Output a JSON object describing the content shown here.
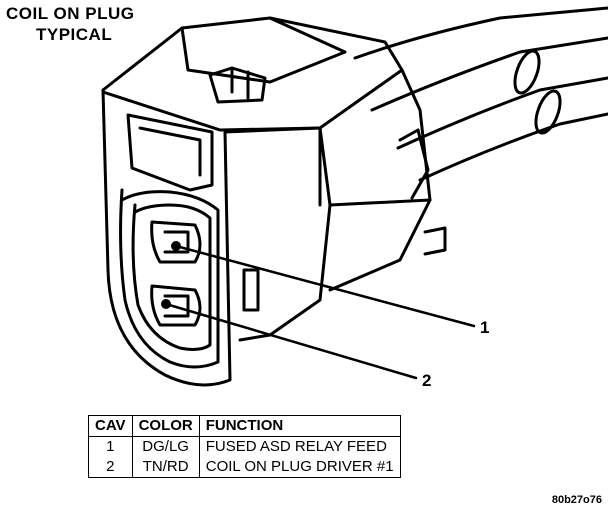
{
  "title": {
    "line1": "COIL ON PLUG",
    "line2": "TYPICAL"
  },
  "callouts": [
    {
      "label": "1"
    },
    {
      "label": "2"
    }
  ],
  "table": {
    "headers": [
      "CAV",
      "COLOR",
      "FUNCTION"
    ],
    "rows": [
      [
        "1",
        "DG/LG",
        "FUSED ASD RELAY FEED"
      ],
      [
        "2",
        "TN/RD",
        "COIL ON PLUG DRIVER #1"
      ]
    ]
  },
  "reference_code": "80b27o76"
}
